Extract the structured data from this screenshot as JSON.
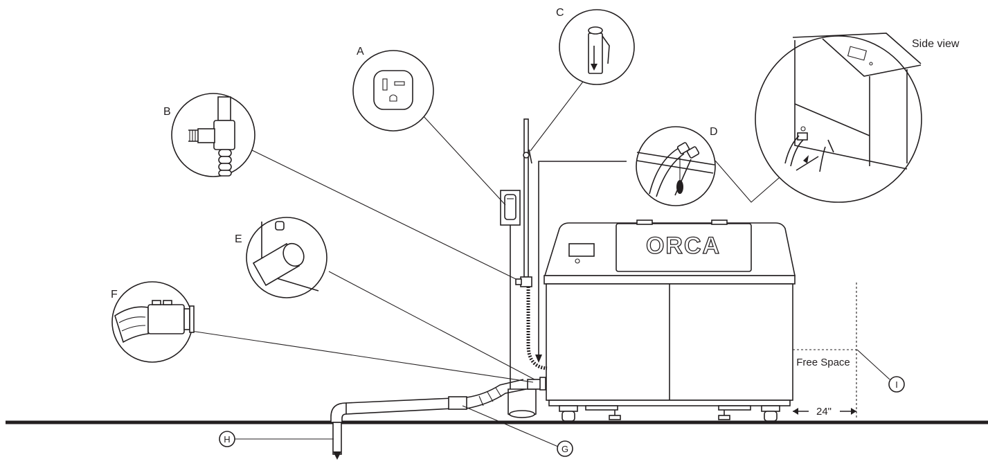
{
  "callouts": {
    "a": "A",
    "b": "B",
    "c": "C",
    "d": "D",
    "e": "E",
    "f": "F",
    "g": "G",
    "h": "H",
    "i": "I"
  },
  "side_view_label": "Side view",
  "brand_label": "ORCA",
  "free_space_label": "Free Space",
  "clearance_label": "24\"",
  "colors": {
    "line": "#231f20",
    "background": "#ffffff"
  }
}
